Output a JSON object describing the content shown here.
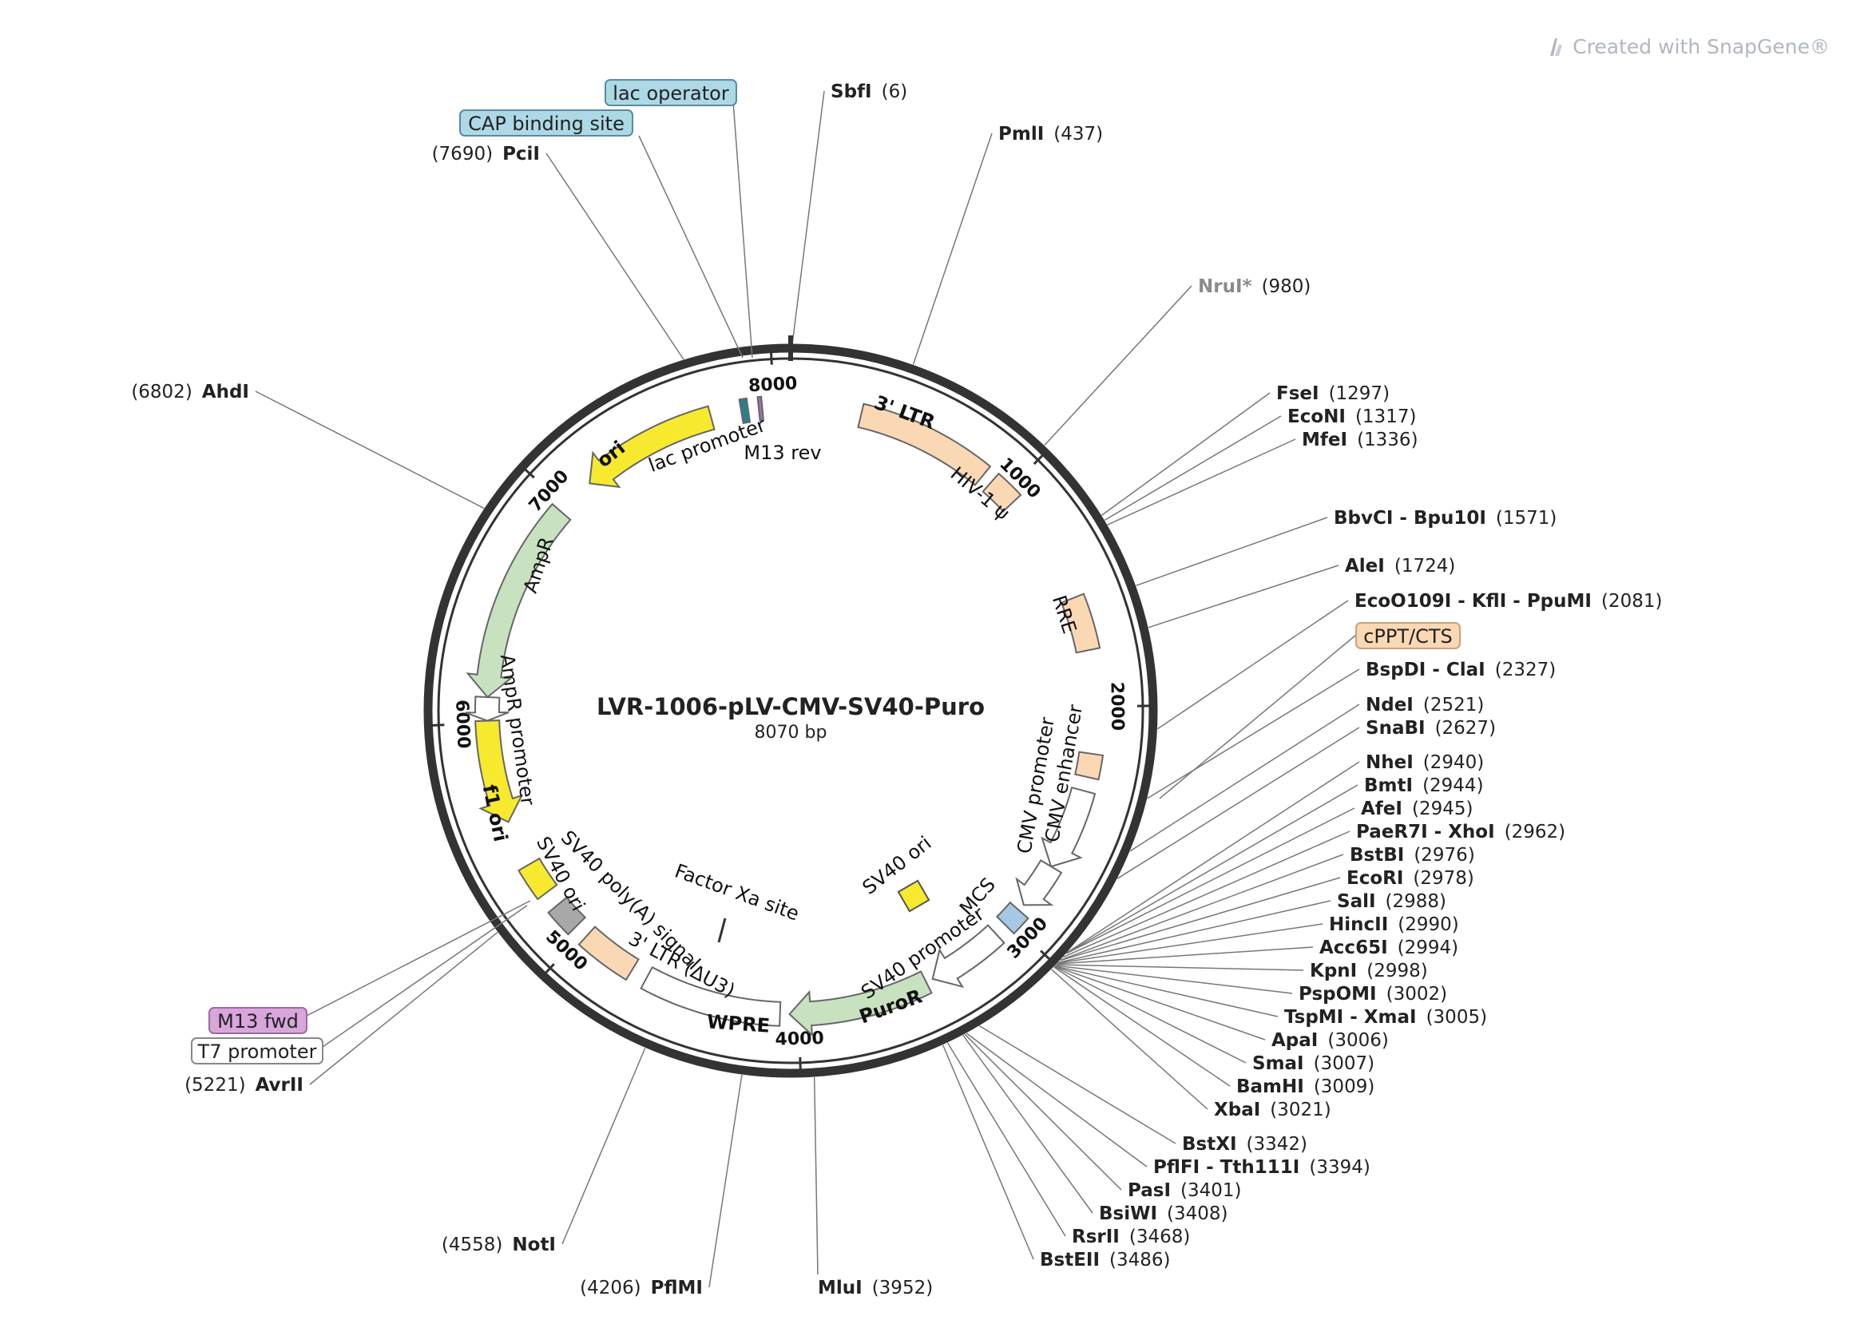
{
  "watermark": "Created with SnapGene®",
  "plasmid": {
    "name": "LVR-1006-pLV-CMV-SV40-Puro",
    "size": "8070 bp",
    "length": 8070
  },
  "ticks": [
    {
      "pos": 1000,
      "label": "1000"
    },
    {
      "pos": 2000,
      "label": "2000"
    },
    {
      "pos": 3000,
      "label": "3000"
    },
    {
      "pos": 4000,
      "label": "4000"
    },
    {
      "pos": 5000,
      "label": "5000"
    },
    {
      "pos": 6000,
      "label": "6000"
    },
    {
      "pos": 7000,
      "label": "7000"
    },
    {
      "pos": 8000,
      "label": "8000"
    }
  ],
  "features": [
    {
      "name": "3' LTR",
      "start": 300,
      "end": 880,
      "dir": "none",
      "color": "#fbd8b4"
    },
    {
      "name": "HIV-1 ψ",
      "start": 925,
      "end": 1050,
      "dir": "none",
      "color": "#fbd8b4"
    },
    {
      "name": "RRE",
      "start": 1530,
      "end": 1760,
      "dir": "none",
      "color": "#fbd8b4"
    },
    {
      "name": "cPPT/CTS",
      "start": 2200,
      "end": 2300,
      "dir": "none",
      "color": "#fbd8b4"
    },
    {
      "name": "CMV enhancer",
      "start": 2360,
      "end": 2710,
      "dir": "fwd",
      "color": "#ffffff"
    },
    {
      "name": "CMV promoter",
      "start": 2710,
      "end": 2910,
      "dir": "fwd",
      "color": "#ffffff"
    },
    {
      "name": "MCS",
      "start": 2940,
      "end": 3025,
      "dir": "none",
      "color": "#a6c8e4"
    },
    {
      "name": "SV40 promoter",
      "start": 3080,
      "end": 3410,
      "dir": "fwd",
      "color": "#ffffff"
    },
    {
      "name": "PuroR",
      "start": 3440,
      "end": 4040,
      "dir": "fwd",
      "color": "#c8e2c0"
    },
    {
      "name": "WPRE",
      "start": 4080,
      "end": 4670,
      "dir": "none",
      "color": "#ffffff"
    },
    {
      "name": "3' LTR (ΔU3)",
      "start": 4740,
      "end": 4980,
      "dir": "none",
      "color": "#fbd8b4"
    },
    {
      "name": "SV40 poly(A) signal",
      "start": 5040,
      "end": 5160,
      "dir": "none",
      "color": "#a8a8a8"
    },
    {
      "name": "SV40 ori",
      "start": 5230,
      "end": 5370,
      "dir": "none",
      "color": "#f7e92d"
    },
    {
      "name": "f1 ori",
      "start": 5570,
      "end": 6010,
      "dir": "rev",
      "color": "#f7e92d"
    },
    {
      "name": "AmpR promoter",
      "start": 6010,
      "end": 6110,
      "dir": "rev",
      "color": "#ffffff"
    },
    {
      "name": "AmpR",
      "start": 6110,
      "end": 6970,
      "dir": "rev",
      "color": "#c8e2c0"
    },
    {
      "name": "ori",
      "start": 7140,
      "end": 7730,
      "dir": "rev",
      "color": "#f7e92d"
    },
    {
      "name": "lac promoter",
      "start": 7860,
      "end": 7890,
      "dir": "none",
      "color": "#2a7f8a"
    },
    {
      "name": "M13 rev",
      "start": 7935,
      "end": 7950,
      "dir": "none",
      "color": "#a86cc0"
    }
  ],
  "feature_labels": {
    "ltr3": "3' LTR",
    "hiv": "HIV-1 ψ",
    "rre": "RRE",
    "cmvp": "CMV promoter",
    "cmve": "CMV enhancer",
    "mcs": "MCS",
    "sv40p": "SV40 promoter",
    "puror": "PuroR",
    "wpre": "WPRE",
    "ltr3du3": "3' LTR (ΔU3)",
    "sv40pa": "SV40 poly(A) signal",
    "sv40ori": "SV40 ori",
    "f1ori": "f1 ori",
    "amprp": "AmpR promoter",
    "ampr": "AmpR",
    "ori": "ori",
    "lacp": "lac promoter",
    "m13rev": "M13 rev",
    "sv40ori_inner": "SV40 ori",
    "factorxa": "Factor Xa site"
  },
  "boxed_labels": {
    "lac_operator": "lac operator",
    "cap_site": "CAP binding site",
    "cppt": "cPPT/CTS",
    "m13fwd": "M13 fwd",
    "t7": "T7 promoter"
  },
  "sites": [
    {
      "name": "SbfI",
      "pos": "(6)",
      "p": 6,
      "style": "normal"
    },
    {
      "name": "PmlI",
      "pos": "(437)",
      "p": 437,
      "style": "normal"
    },
    {
      "name": "NruI*",
      "pos": "(980)",
      "p": 980,
      "style": "dim"
    },
    {
      "name": "FseI",
      "pos": "(1297)",
      "p": 1297,
      "style": "normal"
    },
    {
      "name": "EcoNI",
      "pos": "(1317)",
      "p": 1317,
      "style": "normal"
    },
    {
      "name": "MfeI",
      "pos": "(1336)",
      "p": 1336,
      "style": "normal"
    },
    {
      "name": "BbvCI - Bpu10I",
      "pos": "(1571)",
      "p": 1571,
      "style": "normal"
    },
    {
      "name": "AleI",
      "pos": "(1724)",
      "p": 1724,
      "style": "normal"
    },
    {
      "name": "EcoO109I - KflI - PpuMI",
      "pos": "(2081)",
      "p": 2081,
      "style": "normal"
    },
    {
      "name": "BspDI - ClaI",
      "pos": "(2327)",
      "p": 2327,
      "style": "normal"
    },
    {
      "name": "NdeI",
      "pos": "(2521)",
      "p": 2521,
      "style": "normal"
    },
    {
      "name": "SnaBI",
      "pos": "(2627)",
      "p": 2627,
      "style": "normal"
    },
    {
      "name": "NheI",
      "pos": "(2940)",
      "p": 2940,
      "style": "normal"
    },
    {
      "name": "BmtI",
      "pos": "(2944)",
      "p": 2944,
      "style": "normal"
    },
    {
      "name": "AfeI",
      "pos": "(2945)",
      "p": 2945,
      "style": "normal"
    },
    {
      "name": "PaeR7I - XhoI",
      "pos": "(2962)",
      "p": 2962,
      "style": "normal"
    },
    {
      "name": "BstBI",
      "pos": "(2976)",
      "p": 2976,
      "style": "normal"
    },
    {
      "name": "EcoRI",
      "pos": "(2978)",
      "p": 2978,
      "style": "normal"
    },
    {
      "name": "SalI",
      "pos": "(2988)",
      "p": 2988,
      "style": "normal"
    },
    {
      "name": "HincII",
      "pos": "(2990)",
      "p": 2990,
      "style": "normal"
    },
    {
      "name": "Acc65I",
      "pos": "(2994)",
      "p": 2994,
      "style": "normal"
    },
    {
      "name": "KpnI",
      "pos": "(2998)",
      "p": 2998,
      "style": "normal"
    },
    {
      "name": "PspOMI",
      "pos": "(3002)",
      "p": 3002,
      "style": "normal"
    },
    {
      "name": "TspMI - XmaI",
      "pos": "(3005)",
      "p": 3005,
      "style": "normal"
    },
    {
      "name": "ApaI",
      "pos": "(3006)",
      "p": 3006,
      "style": "normal"
    },
    {
      "name": "SmaI",
      "pos": "(3007)",
      "p": 3007,
      "style": "normal"
    },
    {
      "name": "BamHI",
      "pos": "(3009)",
      "p": 3009,
      "style": "normal"
    },
    {
      "name": "XbaI",
      "pos": "(3021)",
      "p": 3021,
      "style": "normal"
    },
    {
      "name": "BstXI",
      "pos": "(3342)",
      "p": 3342,
      "style": "normal"
    },
    {
      "name": "PflFI - Tth111I",
      "pos": "(3394)",
      "p": 3394,
      "style": "normal"
    },
    {
      "name": "PasI",
      "pos": "(3401)",
      "p": 3401,
      "style": "normal"
    },
    {
      "name": "BsiWI",
      "pos": "(3408)",
      "p": 3408,
      "style": "normal"
    },
    {
      "name": "RsrII",
      "pos": "(3468)",
      "p": 3468,
      "style": "normal"
    },
    {
      "name": "BstEII",
      "pos": "(3486)",
      "p": 3486,
      "style": "normal"
    },
    {
      "name": "MluI",
      "pos": "(3952)",
      "p": 3952,
      "style": "normal"
    },
    {
      "name": "PflMI",
      "pos": "(4206)",
      "p": 4206,
      "style": "left"
    },
    {
      "name": "NotI",
      "pos": "(4558)",
      "p": 4558,
      "style": "left"
    },
    {
      "name": "AvrII",
      "pos": "(5221)",
      "p": 5221,
      "style": "left"
    },
    {
      "name": "AhdI",
      "pos": "(6802)",
      "p": 6802,
      "style": "left"
    },
    {
      "name": "PciI",
      "pos": "(7690)",
      "p": 7690,
      "style": "left"
    }
  ]
}
